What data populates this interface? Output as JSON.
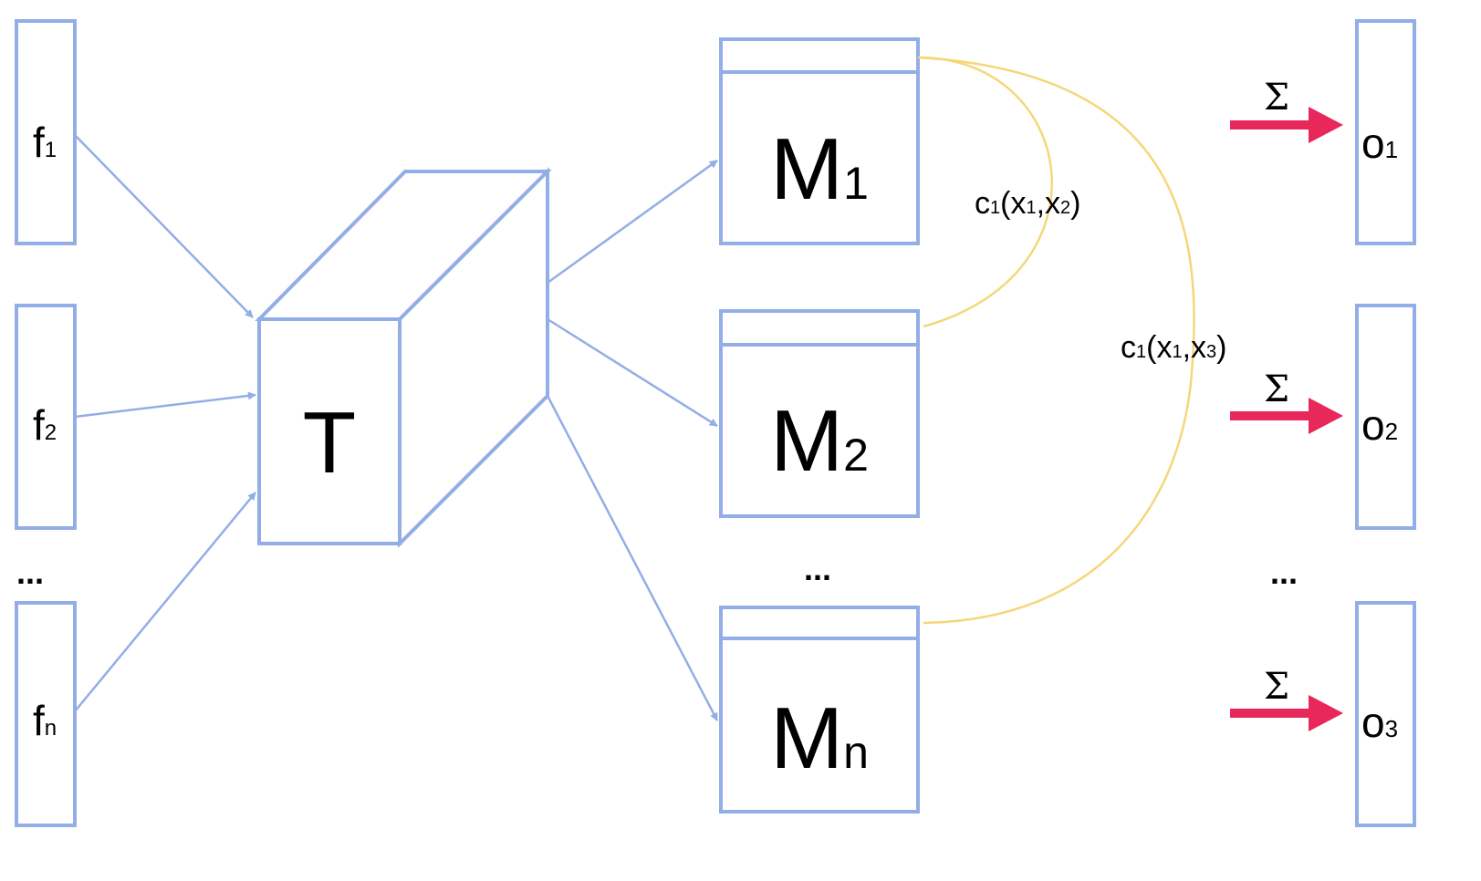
{
  "inputs": [
    {
      "base": "f",
      "sub": "1"
    },
    {
      "base": "f",
      "sub": "2"
    },
    {
      "base": "f",
      "sub": "n"
    }
  ],
  "inputs_ellipsis": "...",
  "transform": {
    "label": "T"
  },
  "models": [
    {
      "base": "M",
      "sub": "1"
    },
    {
      "base": "M",
      "sub": "2"
    },
    {
      "base": "M",
      "sub": "n"
    }
  ],
  "models_ellipsis": "...",
  "constraints": [
    {
      "base": "c",
      "sub": "1",
      "open": "(",
      "x1": "x",
      "x1sub": "1",
      "comma": ",",
      "x2": "x",
      "x2sub": "2",
      "close": ")"
    },
    {
      "base": "c",
      "sub": "1",
      "open": "(",
      "x1": "x",
      "x1sub": "1",
      "comma": ",",
      "x2": "x",
      "x2sub": "3",
      "close": ")"
    }
  ],
  "sum_symbol": "Σ",
  "outputs": [
    {
      "base": "o",
      "sub": "1"
    },
    {
      "base": "o",
      "sub": "2"
    },
    {
      "base": "o",
      "sub": "3"
    }
  ],
  "outputs_ellipsis": "...",
  "colors": {
    "box_stroke": "#93aee6",
    "constraint_curve": "#f5d77a",
    "sum_arrow": "#e8285a"
  }
}
